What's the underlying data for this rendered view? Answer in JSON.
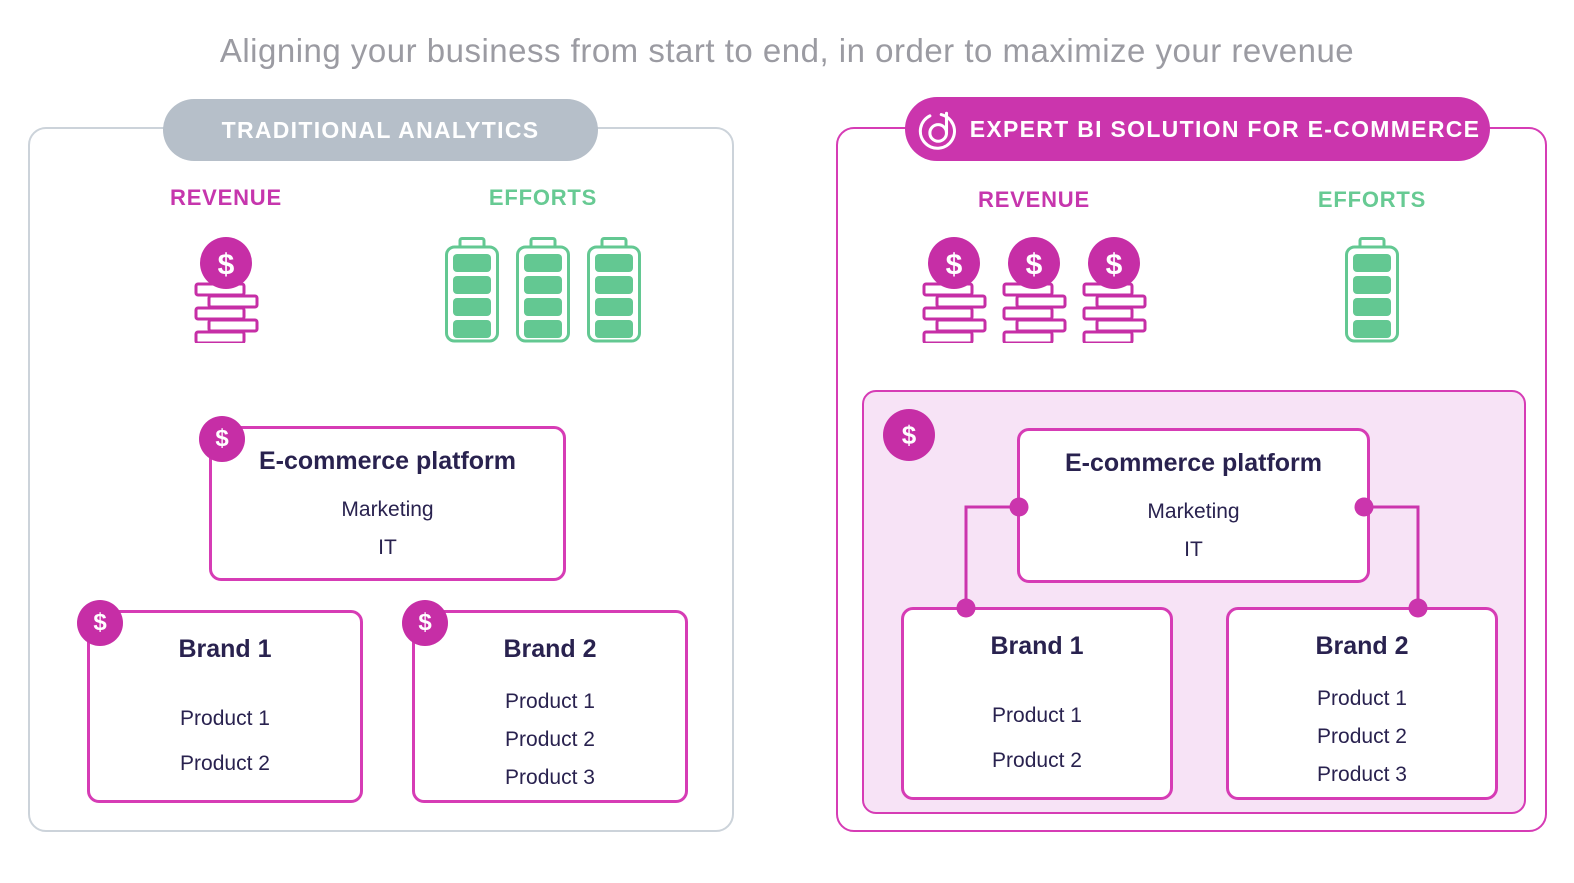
{
  "title": "Aligning your business from start to end, in order to maximize your revenue",
  "dollar_sign": "$",
  "left_panel": {
    "header": "TRADITIONAL ANALYTICS",
    "revenue_label": "REVENUE",
    "efforts_label": "EFFORTS",
    "revenue_coin_stacks": 1,
    "efforts_batteries": 3,
    "platform": {
      "title": "E-commerce platform",
      "items": [
        "Marketing",
        "IT"
      ]
    },
    "brands": [
      {
        "title": "Brand 1",
        "products": [
          "Product 1",
          "Product 2"
        ]
      },
      {
        "title": "Brand 2",
        "products": [
          "Product 1",
          "Product 2",
          "Product 3"
        ]
      }
    ]
  },
  "right_panel": {
    "header": "EXPERT BI SOLUTION FOR E-COMMERCE",
    "revenue_label": "REVENUE",
    "efforts_label": "EFFORTS",
    "revenue_coin_stacks": 3,
    "efforts_batteries": 1,
    "platform": {
      "title": "E-commerce platform",
      "items": [
        "Marketing",
        "IT"
      ]
    },
    "brands": [
      {
        "title": "Brand 1",
        "products": [
          "Product 1",
          "Product 2"
        ]
      },
      {
        "title": "Brand 2",
        "products": [
          "Product 1",
          "Product 2",
          "Product 3"
        ]
      }
    ]
  },
  "colors": {
    "magenta_fill": "#c62ea6",
    "pink_border": "#d63cb5",
    "pink_pill": "#cb35ad",
    "green": "#63c892",
    "gray_pill": "#b6bfc9",
    "panel_border_gray": "#ccd3da",
    "title_gray": "#9b9ba2",
    "navy_text": "#29224f",
    "container_pink": "#f7e3f6"
  }
}
